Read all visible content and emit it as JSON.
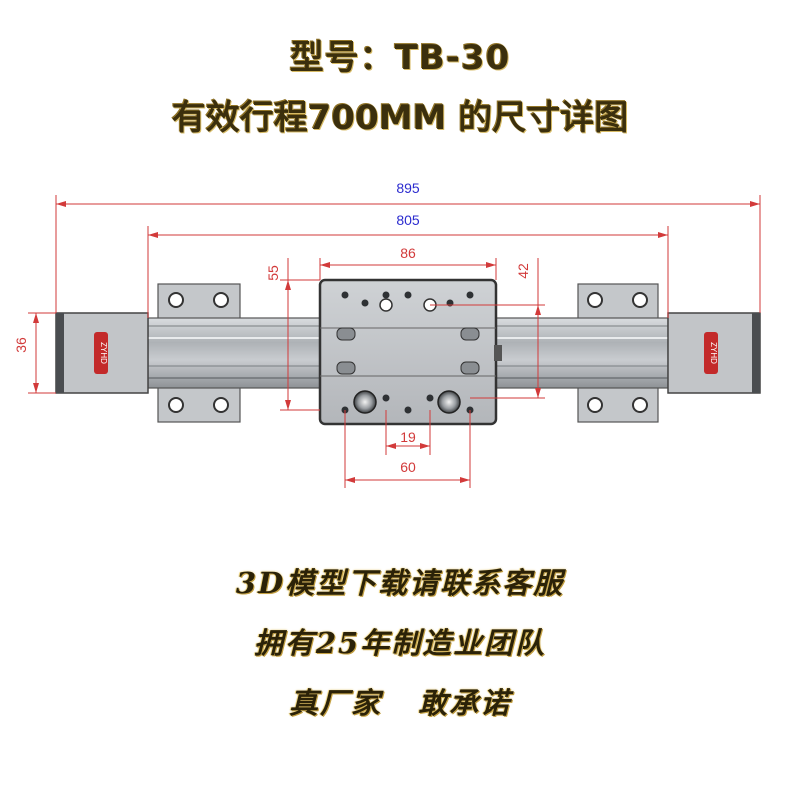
{
  "title": {
    "model_label": "型号：",
    "model_value": "TB-30",
    "description": "有效行程700MM 的尺寸详图"
  },
  "dimensions": {
    "overall_length": "895",
    "rail_length": "805",
    "carriage_width": "86",
    "carriage_height": "55",
    "hole_span_vertical": "42",
    "end_height": "36",
    "hole_offset": "19",
    "hole_span_horizontal": "60"
  },
  "end_cap_label": "ZYHD",
  "slogans": {
    "line1": "3D模型下载请联系客服",
    "line2": "拥有25年制造业团队",
    "line3": "真厂家   敢承诺"
  },
  "colors": {
    "dimension_red": "#d23a3a",
    "dimension_blue": "#2c2ccf",
    "title_dark": "#3b2f0d",
    "metal": "#b9bcc0"
  }
}
